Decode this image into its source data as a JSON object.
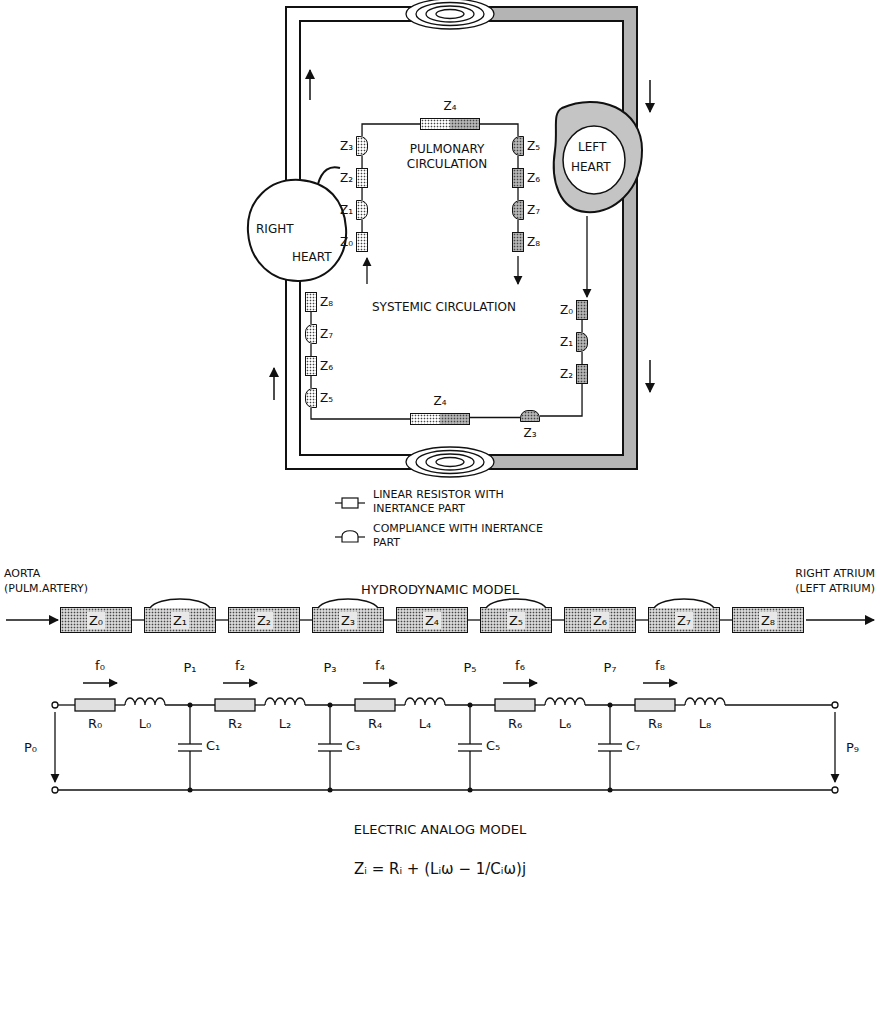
{
  "diagram": {
    "nodes": [
      {
        "text": [
          "Z₀"
        ]
      },
      {
        "text": [
          "Z₁"
        ]
      },
      {
        "text": [
          "Z₂"
        ]
      },
      {
        "text": [
          "Z₃"
        ]
      },
      {
        "text": [
          "Z₄"
        ]
      },
      {
        "text": [
          "Z₅"
        ]
      },
      {
        "text": [
          "Z₆"
        ]
      },
      {
        "text": [
          "Z₇"
        ]
      },
      {
        "text": [
          "Z₈"
        ]
      },
      {
        "text": [
          "Z₀"
        ]
      },
      {
        "text": [
          "Z₁"
        ]
      },
      {
        "text": [
          "Z₂"
        ]
      },
      {
        "text": [
          "Z₃"
        ]
      },
      {
        "text": [
          "Z₄"
        ]
      },
      {
        "text": [
          "Z₅"
        ]
      },
      {
        "text": [
          "Z₆"
        ]
      },
      {
        "text": [
          "Z₇"
        ]
      },
      {
        "text": [
          "Z₈"
        ]
      },
      {
        "text": [
          "Z₀"
        ]
      },
      {
        "text": [
          "Z₁"
        ]
      },
      {
        "text": [
          "Z₂"
        ]
      },
      {
        "text": [
          "Z₃"
        ]
      },
      {
        "text": [
          "Z₄"
        ]
      },
      {
        "text": [
          "Z₅"
        ]
      },
      {
        "text": [
          "Z₆"
        ]
      },
      {
        "text": [
          "Z₇"
        ]
      },
      {
        "text": [
          "Z₈"
        ]
      }
    ],
    "edges": [
      {
        "from": 0,
        "to": 1,
        "arrow": "none"
      },
      {
        "from": 1,
        "to": 2,
        "arrow": "none"
      },
      {
        "from": 2,
        "to": 3,
        "arrow": "none"
      },
      {
        "from": 3,
        "to": 4,
        "arrow": "none"
      },
      {
        "from": 4,
        "to": 5,
        "arrow": "none"
      },
      {
        "from": 5,
        "to": 6,
        "arrow": "none"
      },
      {
        "from": 6,
        "to": 7,
        "arrow": "none"
      },
      {
        "from": 7,
        "to": 8,
        "arrow": "none"
      },
      {
        "from": 9,
        "to": 10,
        "arrow": "none"
      },
      {
        "from": 10,
        "to": 11,
        "arrow": "none"
      },
      {
        "from": 11,
        "to": 12,
        "arrow": "none"
      },
      {
        "from": 12,
        "to": 13,
        "arrow": "none"
      },
      {
        "from": 13,
        "to": 14,
        "arrow": "none"
      },
      {
        "from": 14,
        "to": 15,
        "arrow": "none"
      },
      {
        "from": 15,
        "to": 16,
        "arrow": "none"
      },
      {
        "from": 16,
        "to": 17,
        "arrow": "none"
      },
      {
        "from": 18,
        "to": 19,
        "arrow": "none"
      },
      {
        "from": 19,
        "to": 20,
        "arrow": "none"
      },
      {
        "from": 20,
        "to": 21,
        "arrow": "none"
      },
      {
        "from": 21,
        "to": 22,
        "arrow": "none"
      },
      {
        "from": 22,
        "to": 23,
        "arrow": "none"
      },
      {
        "from": 23,
        "to": 24,
        "arrow": "none"
      },
      {
        "from": 24,
        "to": 25,
        "arrow": "none"
      },
      {
        "from": 25,
        "to": 26,
        "arrow": "none"
      }
    ],
    "labels": [
      "RIGHT",
      "HEART",
      "LEFT",
      "HEART",
      "PULMONARY CIRCULATION",
      "SYSTEMIC CIRCULATION",
      "HYDRODYNAMIC MODEL",
      "AORTA (PULM.ARTERY)",
      "RIGHT ATRIUM (LEFT ATRIUM)",
      "f₀",
      "f₂",
      "f₄",
      "f₆",
      "f₈",
      "P₁",
      "P₃",
      "P₅",
      "P₇",
      "R₀",
      "L₀",
      "R₂",
      "L₂",
      "R₄",
      "L₄",
      "R₆",
      "L₆",
      "R₈",
      "L₈",
      "C₁",
      "C₃",
      "C₅",
      "C₇",
      "P₀",
      "P₉",
      "ELECTRIC ANALOG MODEL",
      "Zᵢ = Rᵢ + (Lᵢω − 1/Cᵢω)j"
    ],
    "legend": [
      {
        "text": "LINEAR RESISTOR WITH INERTANCE PART"
      },
      {
        "text": "COMPLIANCE WITH INERTANCE PART"
      }
    ]
  }
}
